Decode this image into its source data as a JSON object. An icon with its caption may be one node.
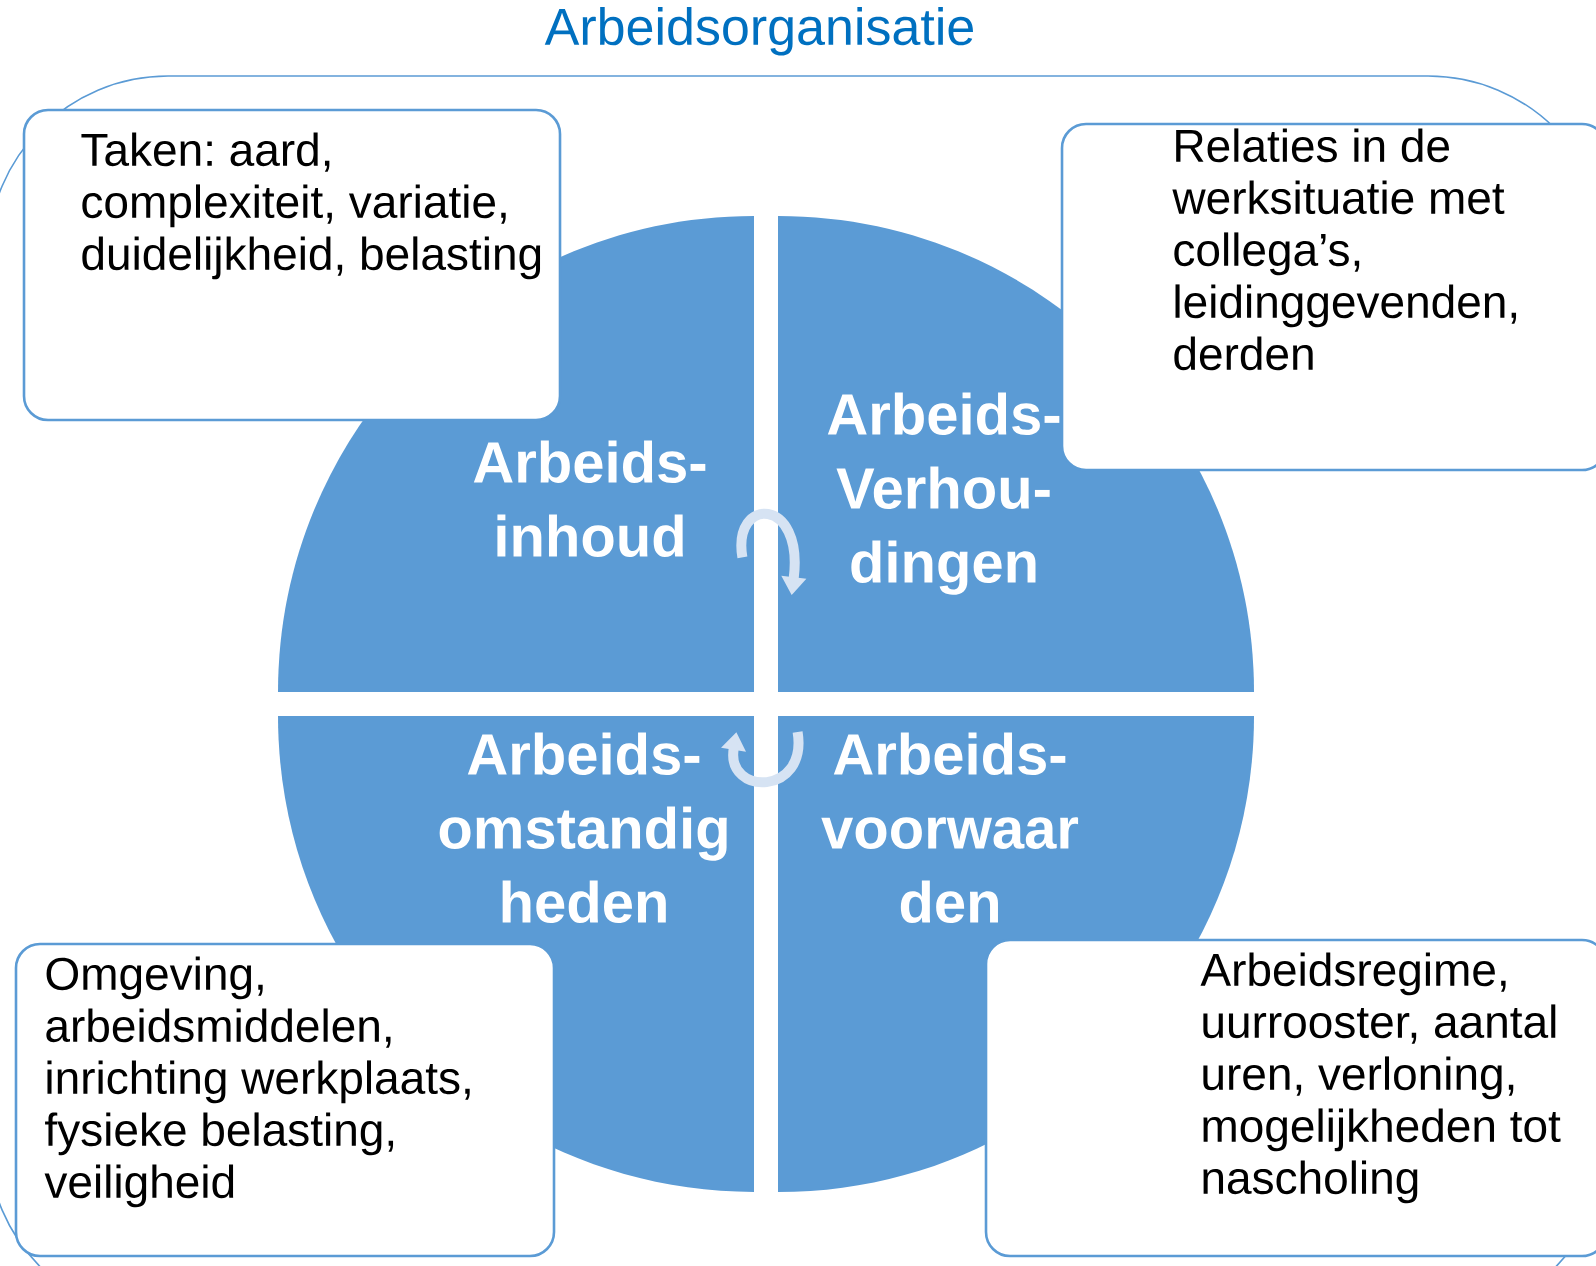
{
  "diagram": {
    "title": "Arbeidsorganisatie",
    "nodes": [
      {
        "text": [
          "Taken: aard, complexiteit, variatie, duidelijkheid, belasting"
        ]
      },
      {
        "text": [
          "Relaties in de werksituatie met collega’s, leidinggevenden, derden"
        ]
      },
      {
        "text": [
          "Arbeids- inhoud"
        ]
      },
      {
        "text": [
          "Arbeids- Verhou- dingen"
        ]
      },
      {
        "text": [
          "Arbeids- omstandig heden"
        ]
      },
      {
        "text": [
          "Arbeids- voorwaar den"
        ]
      },
      {
        "text": [
          "Omgeving, arbeidsmiddelen, inrichting werkplaats, fysieke belasting, veiligheid"
        ]
      },
      {
        "text": [
          "Arbeidsregime, uurrooster, aantal uren, verloning, mogelijkheden tot nascholing"
        ]
      }
    ],
    "edges": [
      {
        "from": 2,
        "to": 3,
        "arrow": "to"
      },
      {
        "from": 5,
        "to": 4,
        "arrow": "to"
      }
    ]
  }
}
